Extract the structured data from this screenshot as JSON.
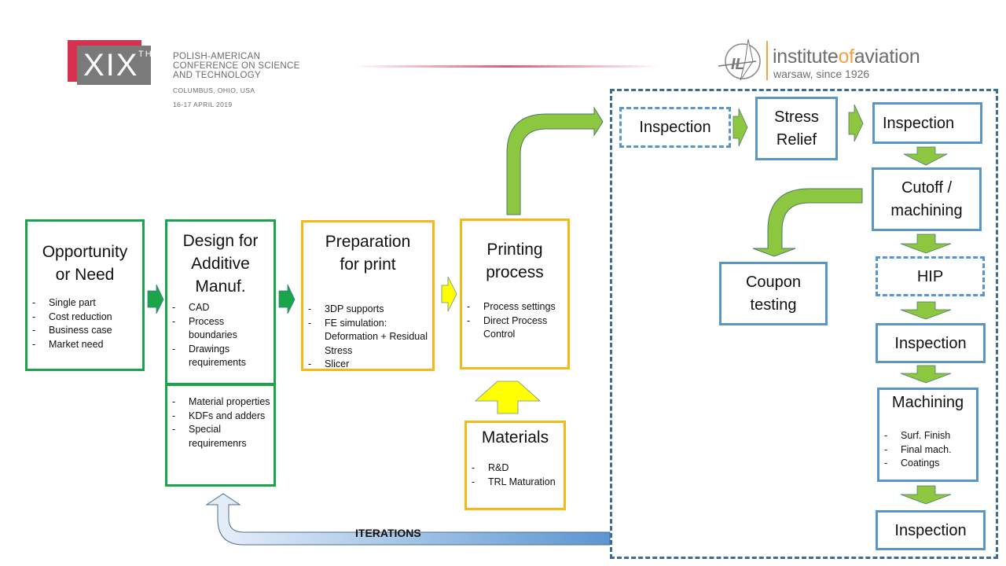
{
  "header": {
    "conference_badge": "XIX",
    "conference_badge_suffix": "TH",
    "conference_title_lines": [
      "POLISH-AMERICAN",
      "CONFERENCE ON SCIENCE",
      "AND TECHNOLOGY"
    ],
    "conference_location": "COLUMBUS, OHIO, USA",
    "conference_dates": "16-17 APRIL 2019",
    "institute_name_part1": "institute",
    "institute_name_part2": "of",
    "institute_name_part3": "aviation",
    "institute_tagline": "warsaw, since 1926"
  },
  "colors": {
    "green_box": "#1aa54b",
    "yellow_box": "#f4b914",
    "blue_box": "#5b96c8",
    "outer_dash": "#3e6b95",
    "arrow_green_dark": "#1aa54b",
    "arrow_green_light": "#8dc63f",
    "arrow_yellow": "#ffff00",
    "brand_red": "#d8314f",
    "brand_orange": "#f2a33a"
  },
  "flow": {
    "opportunity": {
      "title_lines": [
        "Opportunity",
        "or Need"
      ],
      "items": [
        "Single part",
        "Cost reduction",
        "Business case",
        "Market need"
      ]
    },
    "design": {
      "title_lines": [
        "Design for",
        "Additive",
        "Manuf."
      ],
      "items": [
        "CAD",
        "Process boundaries",
        "Drawings requirements"
      ],
      "sub_items": [
        "Material properties",
        "KDFs and adders",
        "Special requiremenrs"
      ]
    },
    "preparation": {
      "title_lines": [
        "Preparation",
        "for print"
      ],
      "items": [
        "3DP supports",
        "FE simulation: Deformation + Residual Stress",
        "Slicer"
      ]
    },
    "printing": {
      "title_lines": [
        "Printing",
        "process"
      ],
      "items": [
        "Process settings",
        "Direct Process Control"
      ]
    },
    "materials": {
      "title": "Materials",
      "items": [
        "R&D",
        "TRL Maturation"
      ]
    }
  },
  "post": {
    "inspection_1": "Inspection",
    "stress_relief_lines": [
      "Stress",
      "Relief"
    ],
    "inspection_2": "Inspection",
    "cutoff_lines": [
      "Cutoff /",
      "machining"
    ],
    "coupon_lines": [
      "Coupon",
      "testing"
    ],
    "hip": "HIP",
    "inspection_3": "Inspection",
    "machining": {
      "title": "Machining",
      "items": [
        "Surf. Finish",
        "Final mach.",
        "Coatings"
      ]
    },
    "inspection_4": "Inspection"
  },
  "iterations_label": "ITERATIONS"
}
